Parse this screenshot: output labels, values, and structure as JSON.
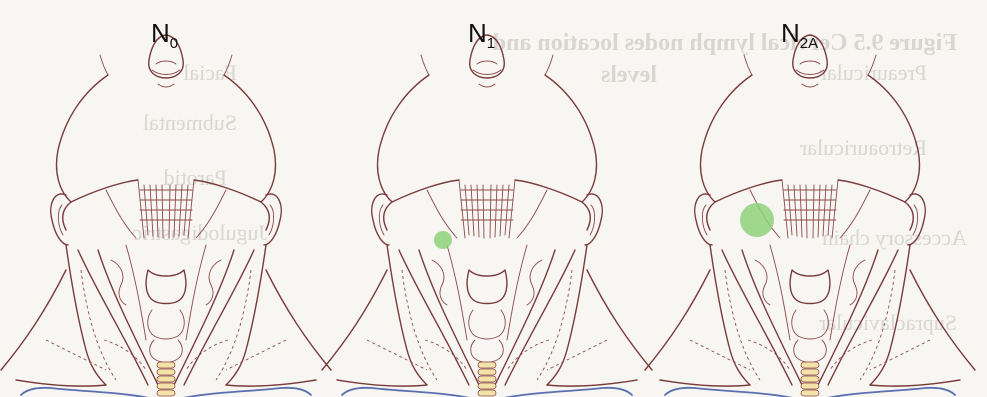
{
  "panels": [
    {
      "id": "n0",
      "label_main": "N",
      "label_sub": "0",
      "node_size": "none"
    },
    {
      "id": "n1",
      "label_main": "N",
      "label_sub": "1",
      "node_size": "small"
    },
    {
      "id": "n2a",
      "label_main": "N",
      "label_sub": "2A",
      "node_size": "large"
    }
  ],
  "ghost_text": {
    "title_line1": "Figure 9.5 Cervical lymph nodes location and",
    "title_line2": "levels",
    "labels": [
      "Facial",
      "Submental",
      "Parotid",
      "Preauricular",
      "Retroauricular",
      "Jugulodigastric",
      "Accessory chain",
      "Supraclavicular"
    ]
  },
  "colors": {
    "background": "#f7f6f3",
    "outline": "#7a3b3b",
    "clavicle": "#5a6fb0",
    "node": "#8fd17a",
    "trachea": "#f3e3a8"
  }
}
